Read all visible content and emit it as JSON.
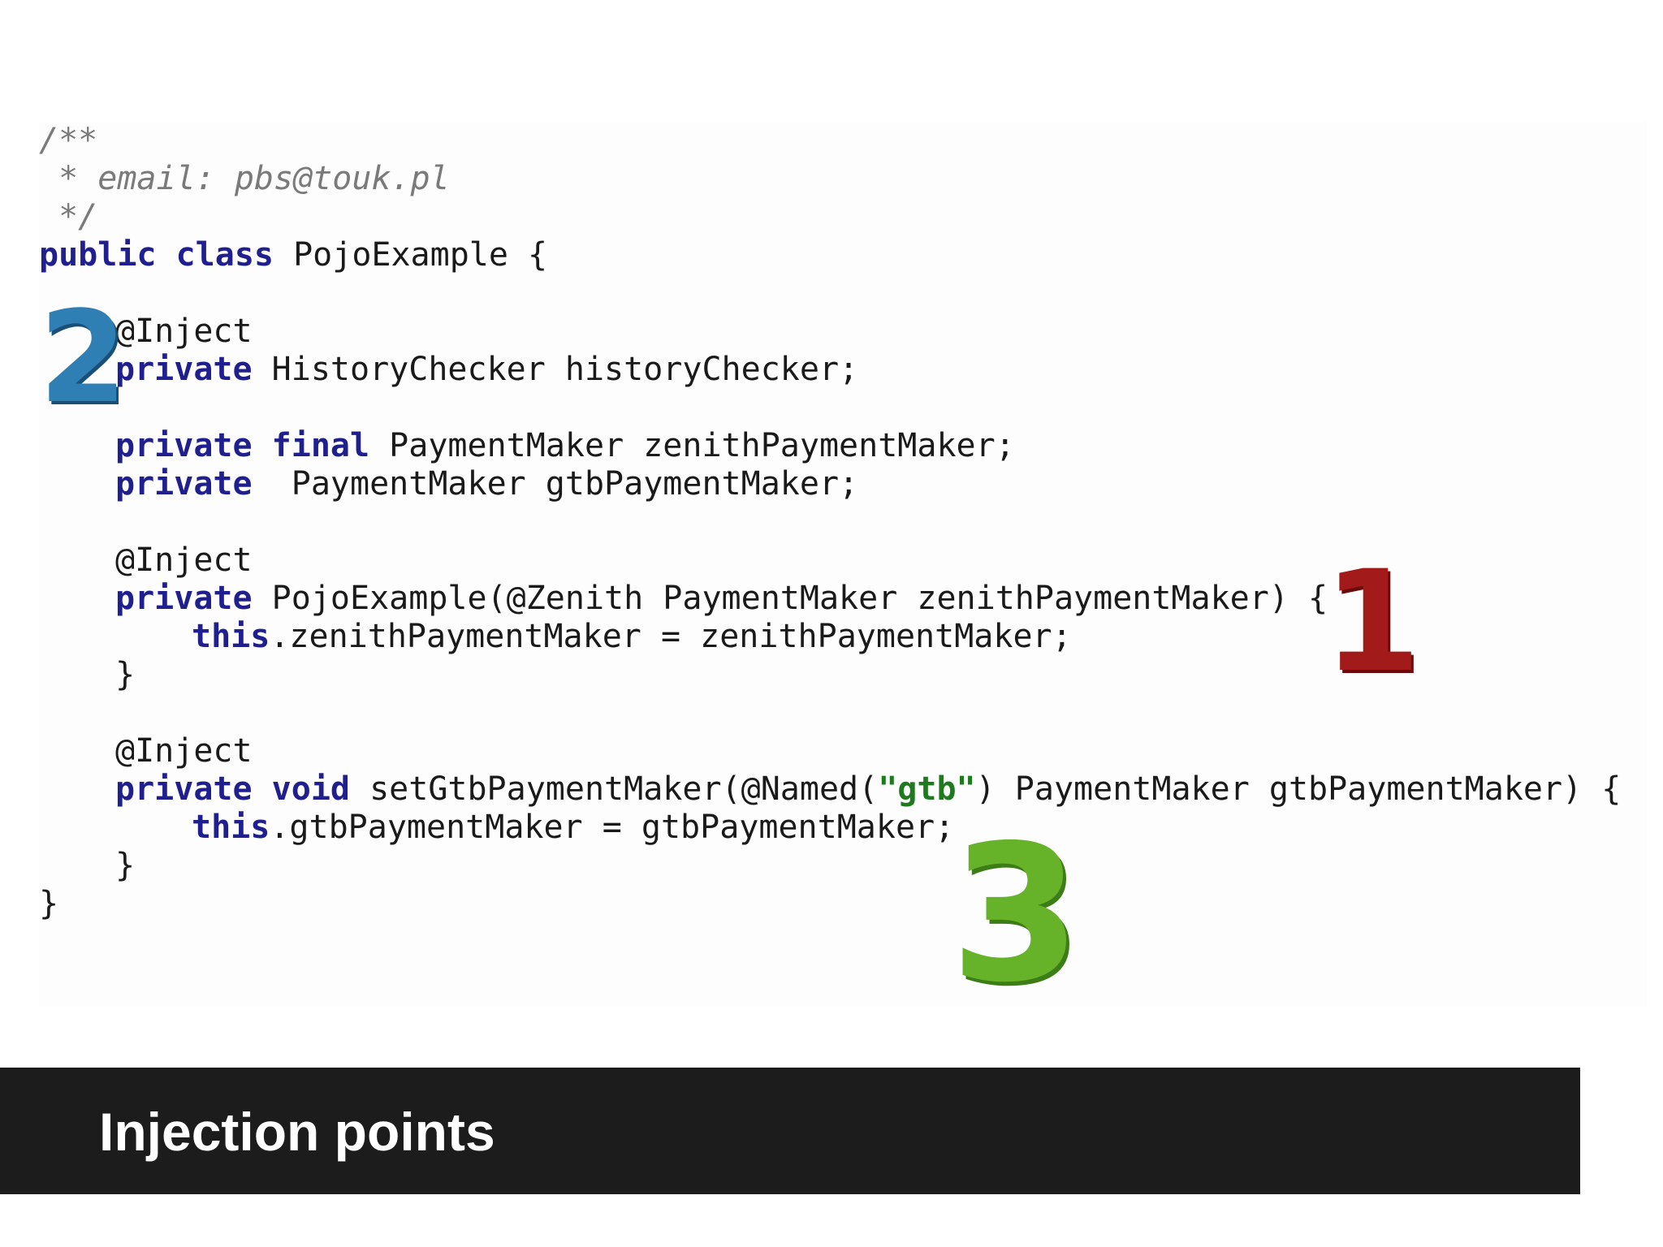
{
  "code": {
    "lines": [
      {
        "indent": 0,
        "tokens": [
          {
            "t": "comment",
            "text": "/**"
          }
        ]
      },
      {
        "indent": 0,
        "tokens": [
          {
            "t": "comment",
            "text": " * email: pbs@touk.pl"
          }
        ]
      },
      {
        "indent": 0,
        "tokens": [
          {
            "t": "comment",
            "text": " */"
          }
        ]
      },
      {
        "indent": 0,
        "tokens": [
          {
            "t": "kw",
            "text": "public class"
          },
          {
            "t": "plain",
            "text": " PojoExample {"
          }
        ]
      },
      {
        "indent": 0,
        "tokens": []
      },
      {
        "indent": 1,
        "tokens": [
          {
            "t": "plain",
            "text": "@Inject"
          }
        ]
      },
      {
        "indent": 1,
        "tokens": [
          {
            "t": "kw",
            "text": "private"
          },
          {
            "t": "plain",
            "text": " HistoryChecker historyChecker;"
          }
        ]
      },
      {
        "indent": 0,
        "tokens": []
      },
      {
        "indent": 1,
        "tokens": [
          {
            "t": "kw",
            "text": "private final"
          },
          {
            "t": "plain",
            "text": " PaymentMaker zenithPaymentMaker;"
          }
        ]
      },
      {
        "indent": 1,
        "tokens": [
          {
            "t": "kw",
            "text": "private"
          },
          {
            "t": "plain",
            "text": "  PaymentMaker gtbPaymentMaker;"
          }
        ]
      },
      {
        "indent": 0,
        "tokens": []
      },
      {
        "indent": 1,
        "tokens": [
          {
            "t": "plain",
            "text": "@Inject"
          }
        ]
      },
      {
        "indent": 1,
        "tokens": [
          {
            "t": "kw",
            "text": "private"
          },
          {
            "t": "plain",
            "text": " PojoExample(@Zenith PaymentMaker zenithPaymentMaker) {"
          }
        ]
      },
      {
        "indent": 2,
        "tokens": [
          {
            "t": "kw",
            "text": "this"
          },
          {
            "t": "plain",
            "text": ".zenithPaymentMaker = zenithPaymentMaker;"
          }
        ]
      },
      {
        "indent": 1,
        "tokens": [
          {
            "t": "plain",
            "text": "}"
          }
        ]
      },
      {
        "indent": 0,
        "tokens": []
      },
      {
        "indent": 1,
        "tokens": [
          {
            "t": "plain",
            "text": "@Inject"
          }
        ]
      },
      {
        "indent": 1,
        "tokens": [
          {
            "t": "kw",
            "text": "private void"
          },
          {
            "t": "plain",
            "text": " setGtbPaymentMaker(@Named("
          },
          {
            "t": "str",
            "text": "\"gtb\""
          },
          {
            "t": "plain",
            "text": ") PaymentMaker gtbPaymentMaker) {"
          }
        ]
      },
      {
        "indent": 2,
        "tokens": [
          {
            "t": "kw",
            "text": "this"
          },
          {
            "t": "plain",
            "text": ".gtbPaymentMaker = gtbPaymentMaker;"
          }
        ]
      },
      {
        "indent": 1,
        "tokens": [
          {
            "t": "plain",
            "text": "}"
          }
        ]
      },
      {
        "indent": 0,
        "tokens": [
          {
            "t": "plain",
            "text": "}"
          }
        ]
      }
    ]
  },
  "badges": {
    "one": "1",
    "two": "2",
    "three": "3"
  },
  "title": {
    "text": "Injection points"
  },
  "colors": {
    "keyword": "#1f1f8f",
    "comment": "#7a7a7a",
    "string": "#1f7a1f",
    "badge_one": "#a31a1a",
    "badge_two": "#2f7fb4",
    "badge_three": "#66b32a",
    "title_bar": "#1c1c1c"
  }
}
